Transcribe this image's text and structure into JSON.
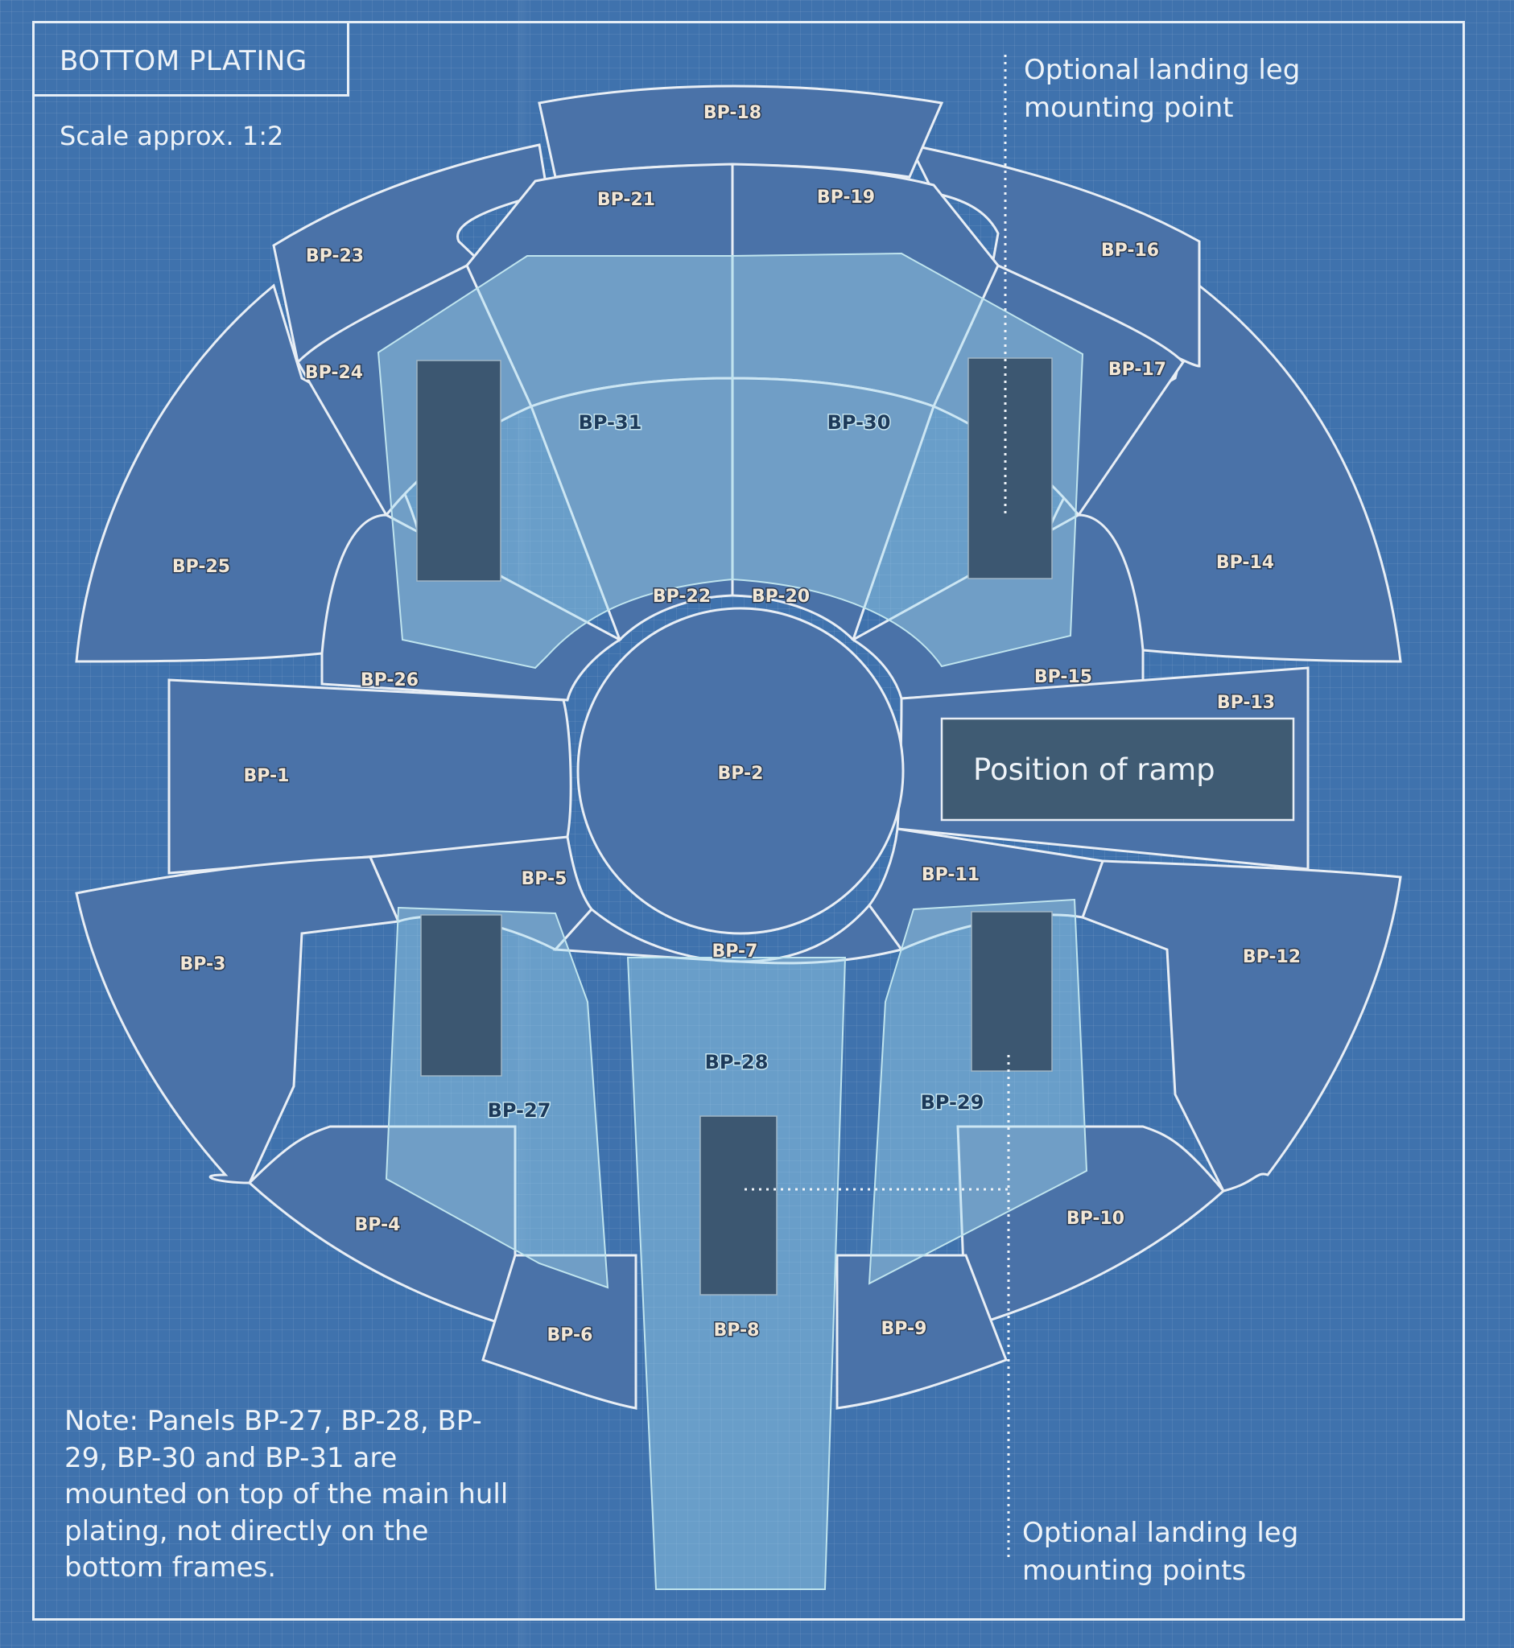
{
  "title": "BOTTOM PLATING",
  "scale": "Scale approx. 1:2",
  "callouts": {
    "top_line1": "Optional landing leg",
    "top_line2": "mounting point",
    "bottom_line1": "Optional landing leg",
    "bottom_line2": "mounting points"
  },
  "ramp": "Position of ramp",
  "note": "Note: Panels BP-27, BP-28, BP-29, BP-30 and BP-31 are mounted on top of the main hull plating, not directly on the bottom frames.",
  "panels": {
    "bp1": "BP-1",
    "bp2": "BP-2",
    "bp3": "BP-3",
    "bp4": "BP-4",
    "bp5": "BP-5",
    "bp6": "BP-6",
    "bp7": "BP-7",
    "bp8": "BP-8",
    "bp9": "BP-9",
    "bp10": "BP-10",
    "bp11": "BP-11",
    "bp12": "BP-12",
    "bp13": "BP-13",
    "bp14": "BP-14",
    "bp15": "BP-15",
    "bp16": "BP-16",
    "bp17": "BP-17",
    "bp18": "BP-18",
    "bp19": "BP-19",
    "bp20": "BP-20",
    "bp21": "BP-21",
    "bp22": "BP-22",
    "bp23": "BP-23",
    "bp24": "BP-24",
    "bp25": "BP-25",
    "bp26": "BP-26",
    "bp27": "BP-27",
    "bp28": "BP-28",
    "bp29": "BP-29",
    "bp30": "BP-30",
    "bp31": "BP-31"
  }
}
